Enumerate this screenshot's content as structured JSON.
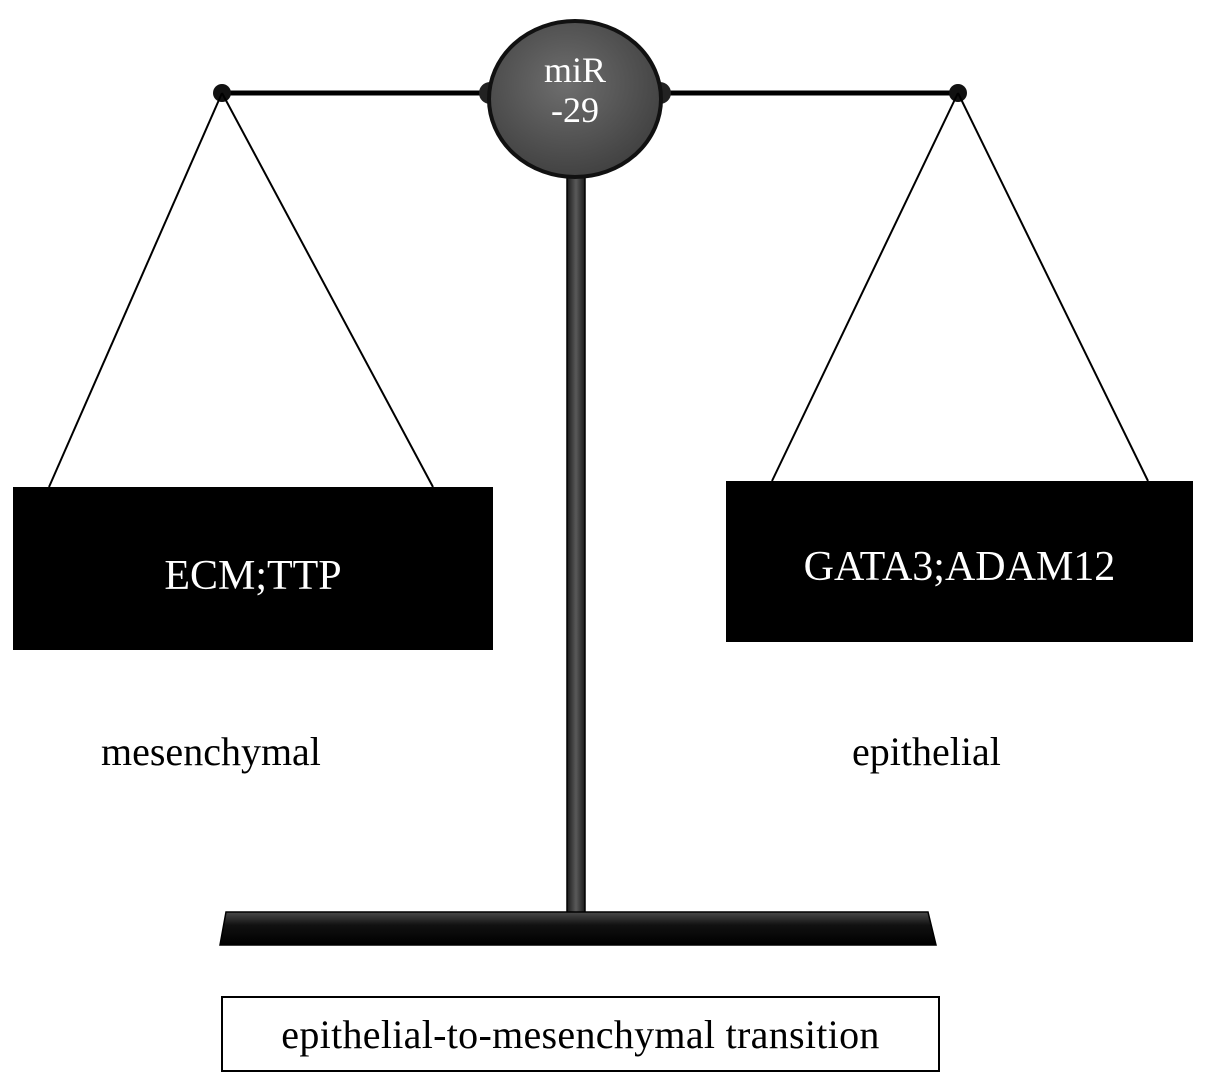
{
  "hub": {
    "line1": "miR",
    "line2": "-29"
  },
  "left_pan": {
    "label": "ECM;TTP",
    "side_label": "mesenchymal"
  },
  "right_pan": {
    "label": "GATA3;ADAM12",
    "side_label": "epithelial"
  },
  "caption": "epithelial-to-mesenchymal transition",
  "colors": {
    "pan": "#000000",
    "hub": "#555555",
    "post": "#2b2b2b",
    "text_on_dark": "#ffffff"
  }
}
